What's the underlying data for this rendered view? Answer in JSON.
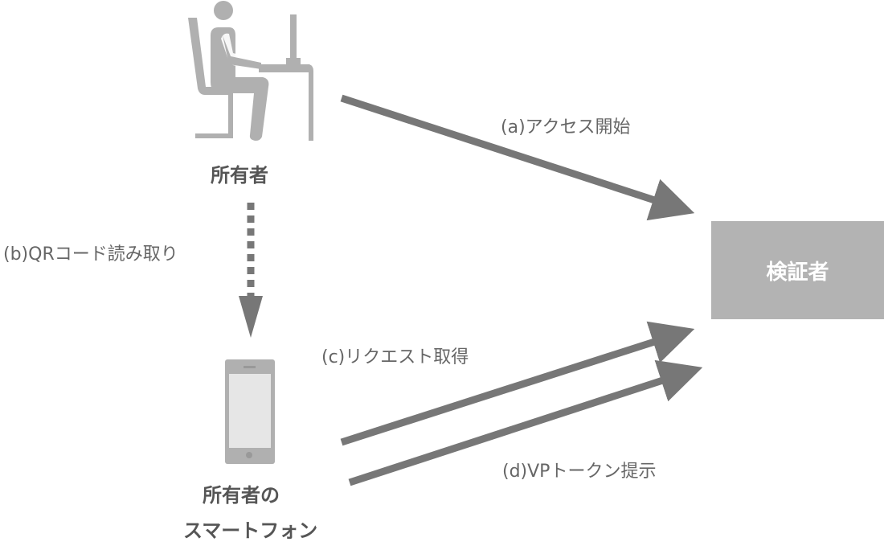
{
  "actors": {
    "owner": "所有者",
    "smartphone_line1": "所有者の",
    "smartphone_line2": "スマートフォン",
    "verifier": "検証者"
  },
  "flows": {
    "a": "(a)アクセス開始",
    "b": "(b)QRコード読み取り",
    "c": "(c)リクエスト取得",
    "d": "(d)VPトークン提示"
  },
  "colors": {
    "icon": "#b0b0b0",
    "arrow": "#777777",
    "box": "#b3b3b3"
  }
}
